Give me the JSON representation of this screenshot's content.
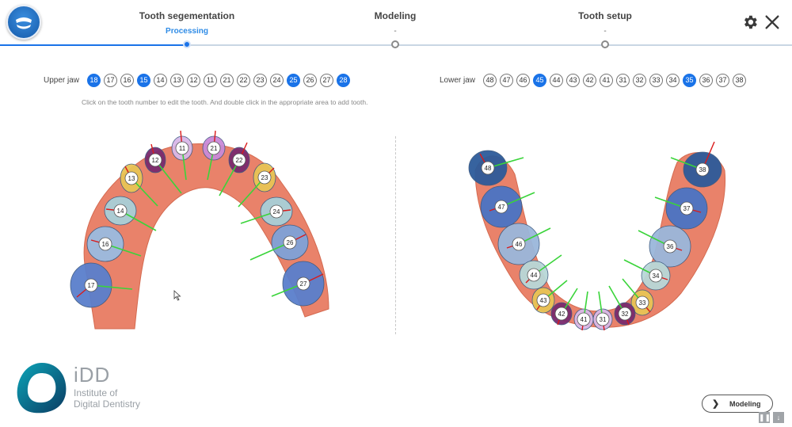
{
  "header": {
    "steps": [
      {
        "title": "Tooth segementation",
        "status": "Processing"
      },
      {
        "title": "Modeling",
        "status": "-"
      },
      {
        "title": "Tooth setup",
        "status": "-"
      }
    ],
    "icons": {
      "settings": "gear-icon",
      "close": "close-icon"
    }
  },
  "upper_jaw": {
    "label": "Upper jaw",
    "teeth": [
      "18",
      "17",
      "16",
      "15",
      "14",
      "13",
      "12",
      "11",
      "21",
      "22",
      "23",
      "24",
      "25",
      "26",
      "27",
      "28"
    ],
    "selected": [
      "18",
      "15",
      "25",
      "28"
    ]
  },
  "lower_jaw": {
    "label": "Lower jaw",
    "teeth": [
      "48",
      "47",
      "46",
      "45",
      "44",
      "43",
      "42",
      "41",
      "31",
      "32",
      "33",
      "34",
      "35",
      "36",
      "37",
      "38"
    ],
    "selected": [
      "45",
      "35"
    ]
  },
  "hint": "Click on the tooth number to edit the tooth. And double click in the appropriate area to add tooth.",
  "upper_model_labels": [
    "11",
    "21",
    "12",
    "22",
    "13",
    "23",
    "14",
    "24",
    "16",
    "26",
    "17",
    "27"
  ],
  "lower_model_labels": [
    "48",
    "38",
    "47",
    "37",
    "46",
    "36",
    "44",
    "34",
    "43",
    "33",
    "42",
    "32",
    "41",
    "31"
  ],
  "brand": {
    "name": "iDD",
    "line1": "Institute of",
    "line2": "Digital Dentistry"
  },
  "footer": {
    "next_button": "Modeling"
  },
  "colors": {
    "accent": "#1a73e8",
    "gingiva": "#e9826a",
    "axis_green": "#3ad43a",
    "axis_red": "#d91a1a"
  }
}
